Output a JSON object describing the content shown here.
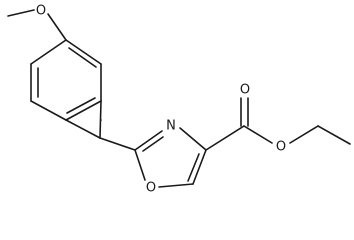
{
  "molecule": {
    "atoms": {
      "o_methoxy": "O",
      "n_ring": "N",
      "o_ring": "O",
      "o_carbonyl": "O",
      "o_ester": "O"
    }
  },
  "colors": {
    "bond": "#1a1a1a",
    "background": "#ffffff"
  }
}
